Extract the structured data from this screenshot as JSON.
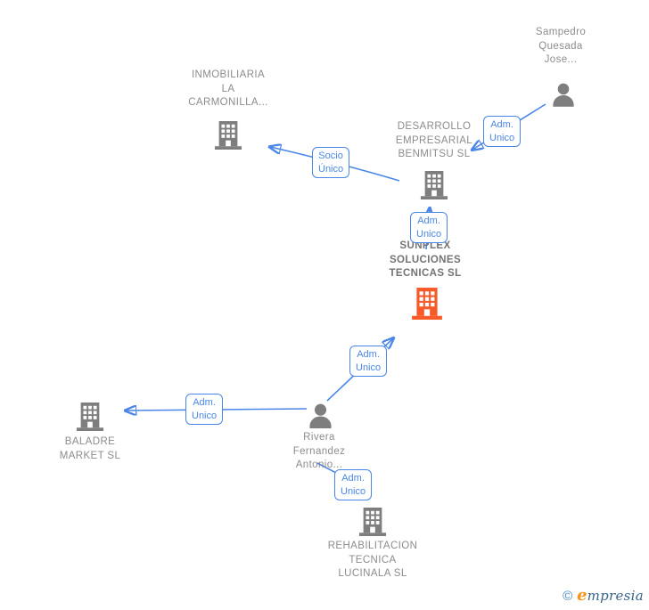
{
  "diagram": {
    "nodes": {
      "sampedro": {
        "type": "person",
        "label": "Sampedro\nQuesada\nJose..."
      },
      "inmobiliaria": {
        "type": "company",
        "label": "INMOBILIARIA\nLA\nCARMONILLA..."
      },
      "desarrollo": {
        "type": "company",
        "label": "DESARROLLO\nEMPRESARIAL\nBENMITSU  SL"
      },
      "sunplex": {
        "type": "company",
        "label": "SUNPLEX\nSOLUCIONES\nTECNICAS  SL",
        "highlighted": true
      },
      "baladre": {
        "type": "company",
        "label": "BALADRE\nMARKET  SL"
      },
      "rivera": {
        "type": "person",
        "label": "Rivera\nFernandez\nAntonio..."
      },
      "rehabilitacion": {
        "type": "company",
        "label": "REHABILITACION\nTECNICA\nLUCINALA  SL"
      }
    },
    "edges": {
      "sampedro_desarrollo": {
        "label": "Adm.\nUnico"
      },
      "desarrollo_inmobiliaria": {
        "label": "Socio\nÚnico"
      },
      "sunplex_desarrollo": {
        "label": "Adm.\nUnico"
      },
      "rivera_sunplex": {
        "label": "Adm.\nUnico"
      },
      "rivera_baladre": {
        "label": "Adm.\nUnico"
      },
      "rivera_rehabilitacion": {
        "label": "Adm.\nUnico"
      }
    },
    "colors": {
      "edge_blue": "#4a86e8",
      "node_gray": "#7e7e7e",
      "highlight_orange": "#f55a28",
      "label_gray": "#8c8c8c"
    }
  },
  "footer": {
    "copyright_symbol": "©",
    "brand_first_letter": "e",
    "brand_rest": "mpresia"
  }
}
